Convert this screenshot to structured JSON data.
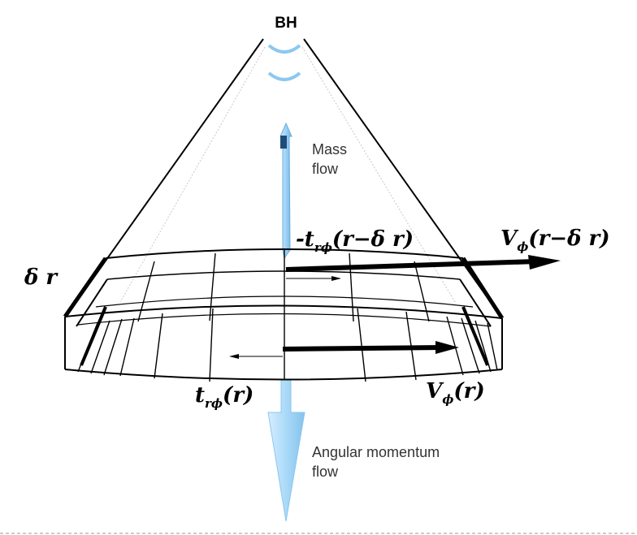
{
  "labels": {
    "bh": "BH",
    "mass_flow_1": "Mass",
    "mass_flow_2": "flow",
    "angular_flow_1": "Angular momentum",
    "angular_flow_2": "flow",
    "delta_r": "δ r",
    "t_inner_prefix": "-",
    "t_inner_main": "t",
    "t_inner_sub": "rϕ",
    "t_inner_arg": "(r−δ r)",
    "t_outer_main": "t",
    "t_outer_sub": "rϕ",
    "t_outer_arg": "(r)",
    "v_inner_main": "V",
    "v_inner_sub": "ϕ",
    "v_inner_arg": "(r−δ r)",
    "v_outer_main": "V",
    "v_outer_sub": "ϕ",
    "v_outer_arg": "(r)"
  },
  "colors": {
    "line": "#000000",
    "arrow_light": "#a8d8f8",
    "arrow_light_edge": "#7bbfea",
    "arc": "#8cc8f0",
    "faint": "#bbbbbb",
    "border_dash": "#9a9a9a"
  }
}
